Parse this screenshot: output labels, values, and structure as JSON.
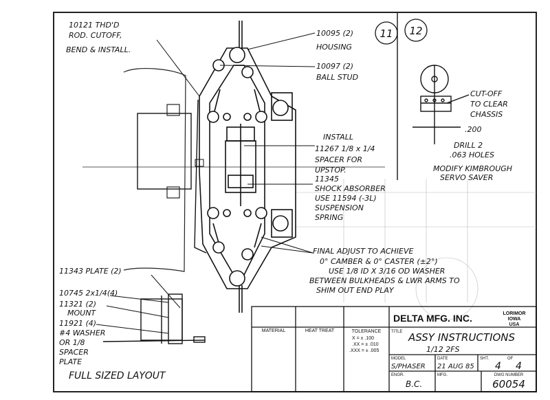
{
  "callouts": {
    "rod": [
      "10121 THD'D",
      "ROD. CUTOFF,",
      "BEND & INSTALL."
    ],
    "housing": [
      "10095 (2)",
      "HOUSING"
    ],
    "ball_stud": [
      "10097 (2)",
      "BALL STUD"
    ],
    "spacer": [
      "INSTALL",
      "11267 1/8 x 1/4",
      "SPACER FOR",
      "UPSTOP."
    ],
    "shock": [
      "11345",
      "SHOCK ABSORBER",
      "USE 11594 (-3L)",
      "SUSPENSION",
      "SPRING"
    ],
    "final_adjust": [
      "FINAL ADJUST TO ACHIEVE",
      "0° CAMBER & 0° CASTER (±2°)",
      "USE 1/8 ID X 3/16 OD WASHER",
      "BETWEEN BULKHEADS & LWR ARMS TO",
      "SHIM OUT END PLAY"
    ],
    "plate": "11343 PLATE (2)",
    "mount_parts": [
      "10745 2x1/4(4)",
      "11321 (2)",
      "MOUNT",
      "11921 (4)",
      "#4 WASHER",
      "OR 1/8",
      "SPACER",
      "PLATE"
    ],
    "full_size": "FULL SIZED LAYOUT"
  },
  "detail12": {
    "number": "12",
    "cutoff": [
      "CUT-OFF",
      "TO CLEAR",
      "CHASSIS"
    ],
    "dim": ".200",
    "drill": [
      "DRILL 2",
      ".063 HOLES"
    ],
    "modify": [
      "MODIFY KIMBROUGH",
      "SERVO SAVER"
    ]
  },
  "detail11_number": "11",
  "title_block": {
    "material_label": "MATERIAL",
    "heat_treat_label": "HEAT TREAT",
    "tolerance_label": "TOLERANCE",
    "tolerance_lines": [
      "X = ± .100",
      ".XX = ± .010",
      ".XXX = ± .005"
    ],
    "company": "DELTA MFG. INC.",
    "location": [
      "LORIMOR",
      "IOWA",
      "USA"
    ],
    "title_label": "TITLE",
    "title": "ASSY INSTRUCTIONS",
    "subtitle": "1/12  2FS",
    "model_label": "MODEL",
    "model": "S/PHASER",
    "date_label": "DATE",
    "date": "21 AUG 85",
    "sht_label": "SHT.",
    "of_label": "OF",
    "sheet": "4",
    "sheet_of": "4",
    "engr_label": "ENGR.",
    "engr": "B.C.",
    "mfg_label": "MFG.",
    "dwg_label": "DWG NUMBER",
    "dwg_number": "60054"
  }
}
